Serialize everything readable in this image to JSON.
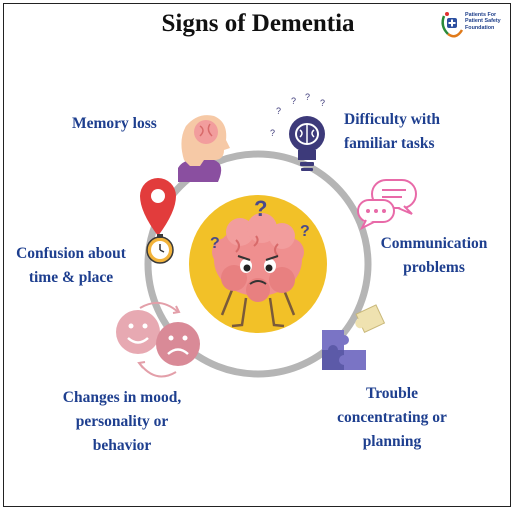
{
  "title": "Signs of Dementia",
  "logo": {
    "text": "Patients For\nPatient Safety\nFoundation"
  },
  "signs": [
    {
      "label": "Memory loss",
      "icon": "head-brain-icon"
    },
    {
      "label": "Difficulty with\nfamiliar tasks",
      "icon": "lightbulb-brain-icon"
    },
    {
      "label": "Communication\nproblems",
      "icon": "speech-bubbles-icon"
    },
    {
      "label": "Trouble\nconcentrating or\nplanning",
      "icon": "puzzle-icon"
    },
    {
      "label": "Changes in mood,\npersonality or\nbehavior",
      "icon": "mood-faces-icon"
    },
    {
      "label": "Confusion about\ntime & place",
      "icon": "location-clock-icon"
    }
  ],
  "colors": {
    "title": "#111111",
    "labels": "#1e3f8f",
    "ring": "#b3b3b3",
    "center_circle": "#f2c128",
    "brain": "#ef8f8f",
    "puzzle": "#7a74c5",
    "faces": "#e39fa9"
  }
}
